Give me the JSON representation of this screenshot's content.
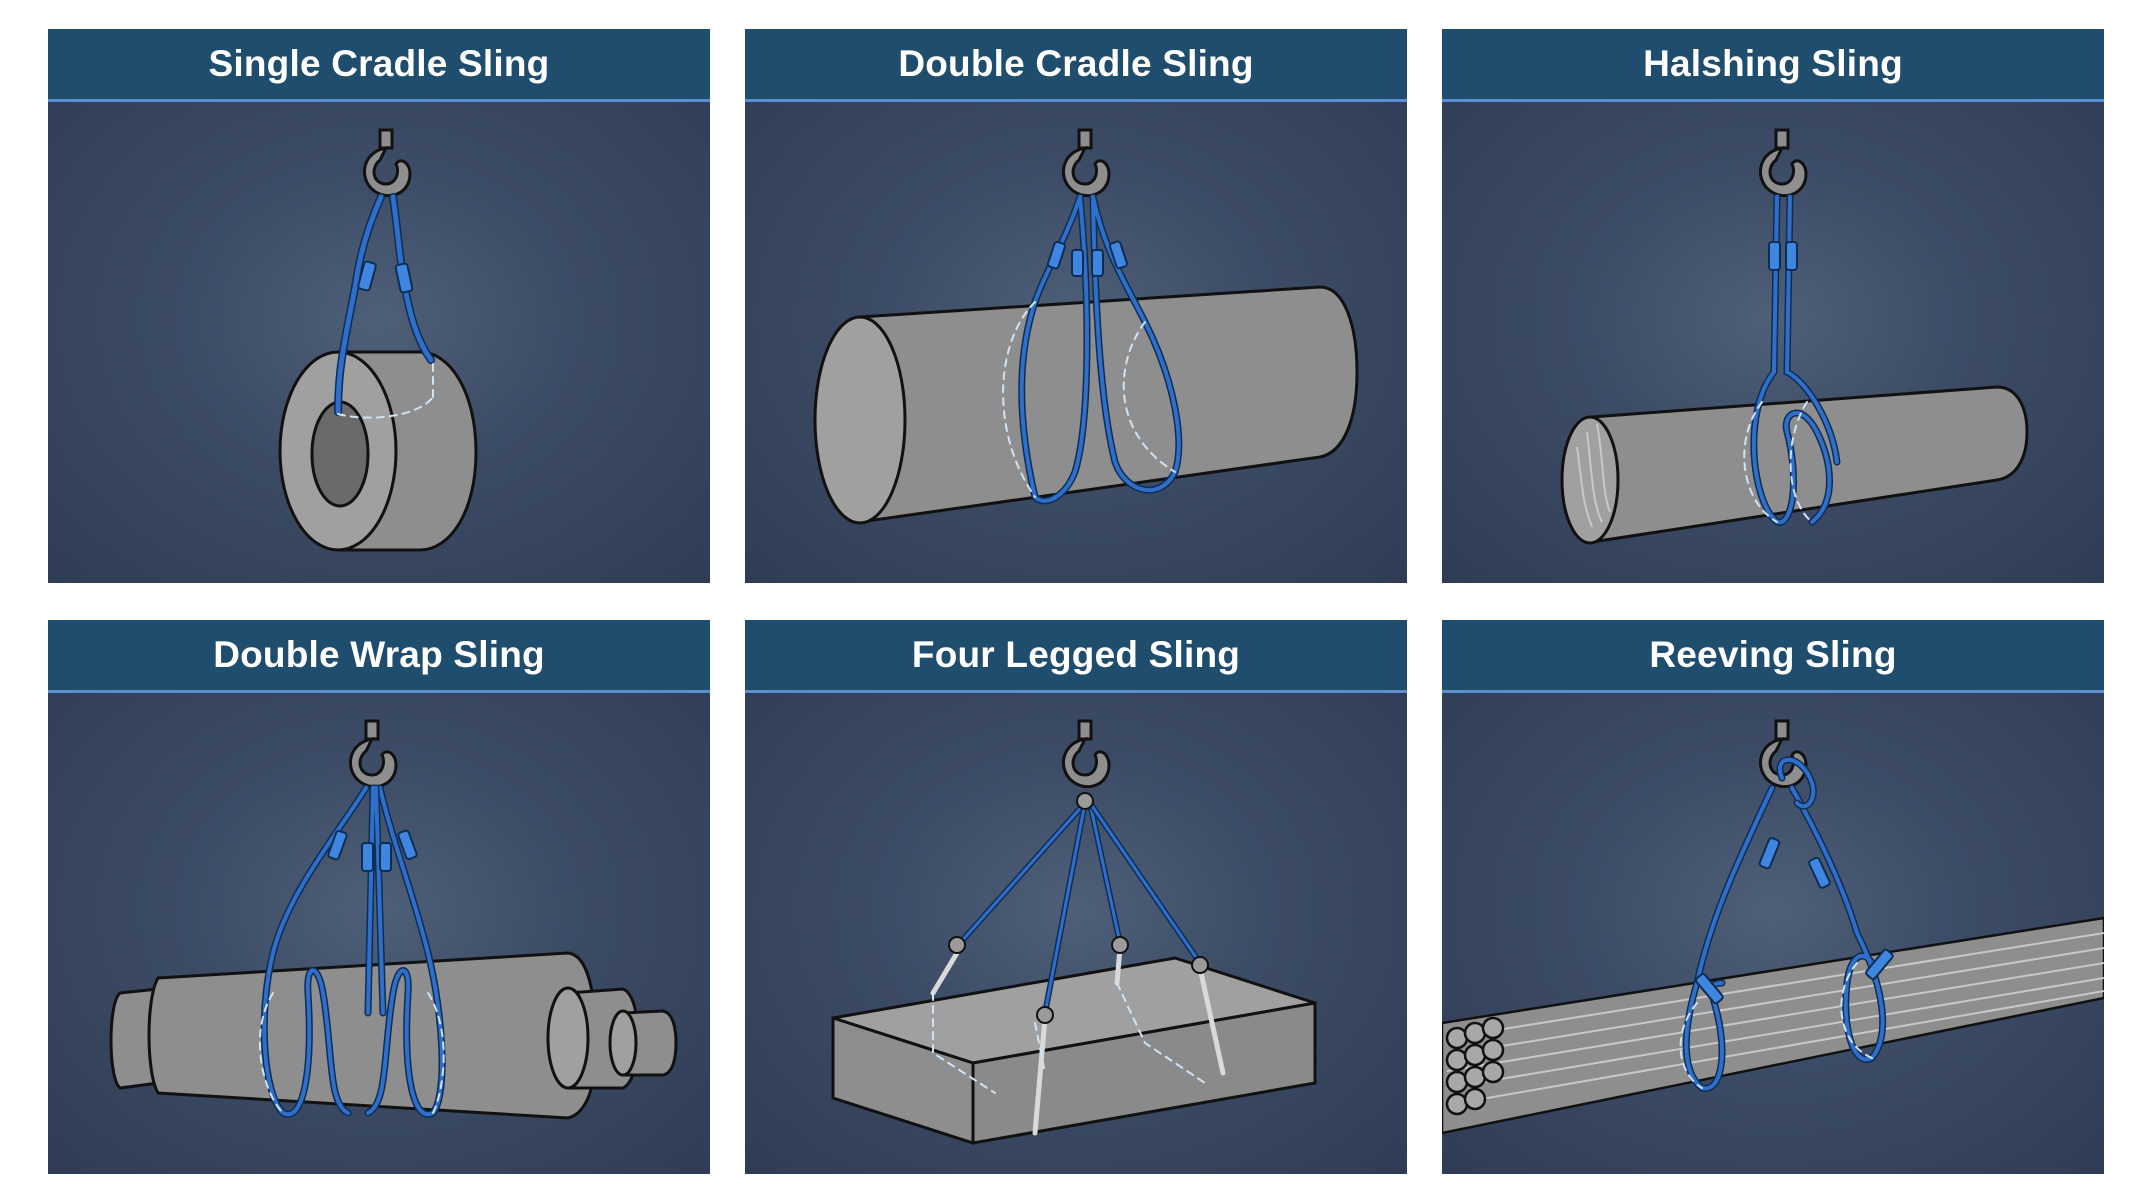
{
  "panels": [
    {
      "title": "Single Cradle Sling"
    },
    {
      "title": "Double Cradle Sling"
    },
    {
      "title": "Halshing Sling"
    },
    {
      "title": "Double Wrap Sling"
    },
    {
      "title": "Four Legged Sling"
    },
    {
      "title": "Reeving Sling"
    }
  ],
  "colors": {
    "header": "#1e4d6e",
    "header_rule": "#5b8ed0",
    "background": "#3d4c66",
    "load": "#8e8e8e",
    "sling": "#2f6fc9",
    "outline": "#111111"
  }
}
